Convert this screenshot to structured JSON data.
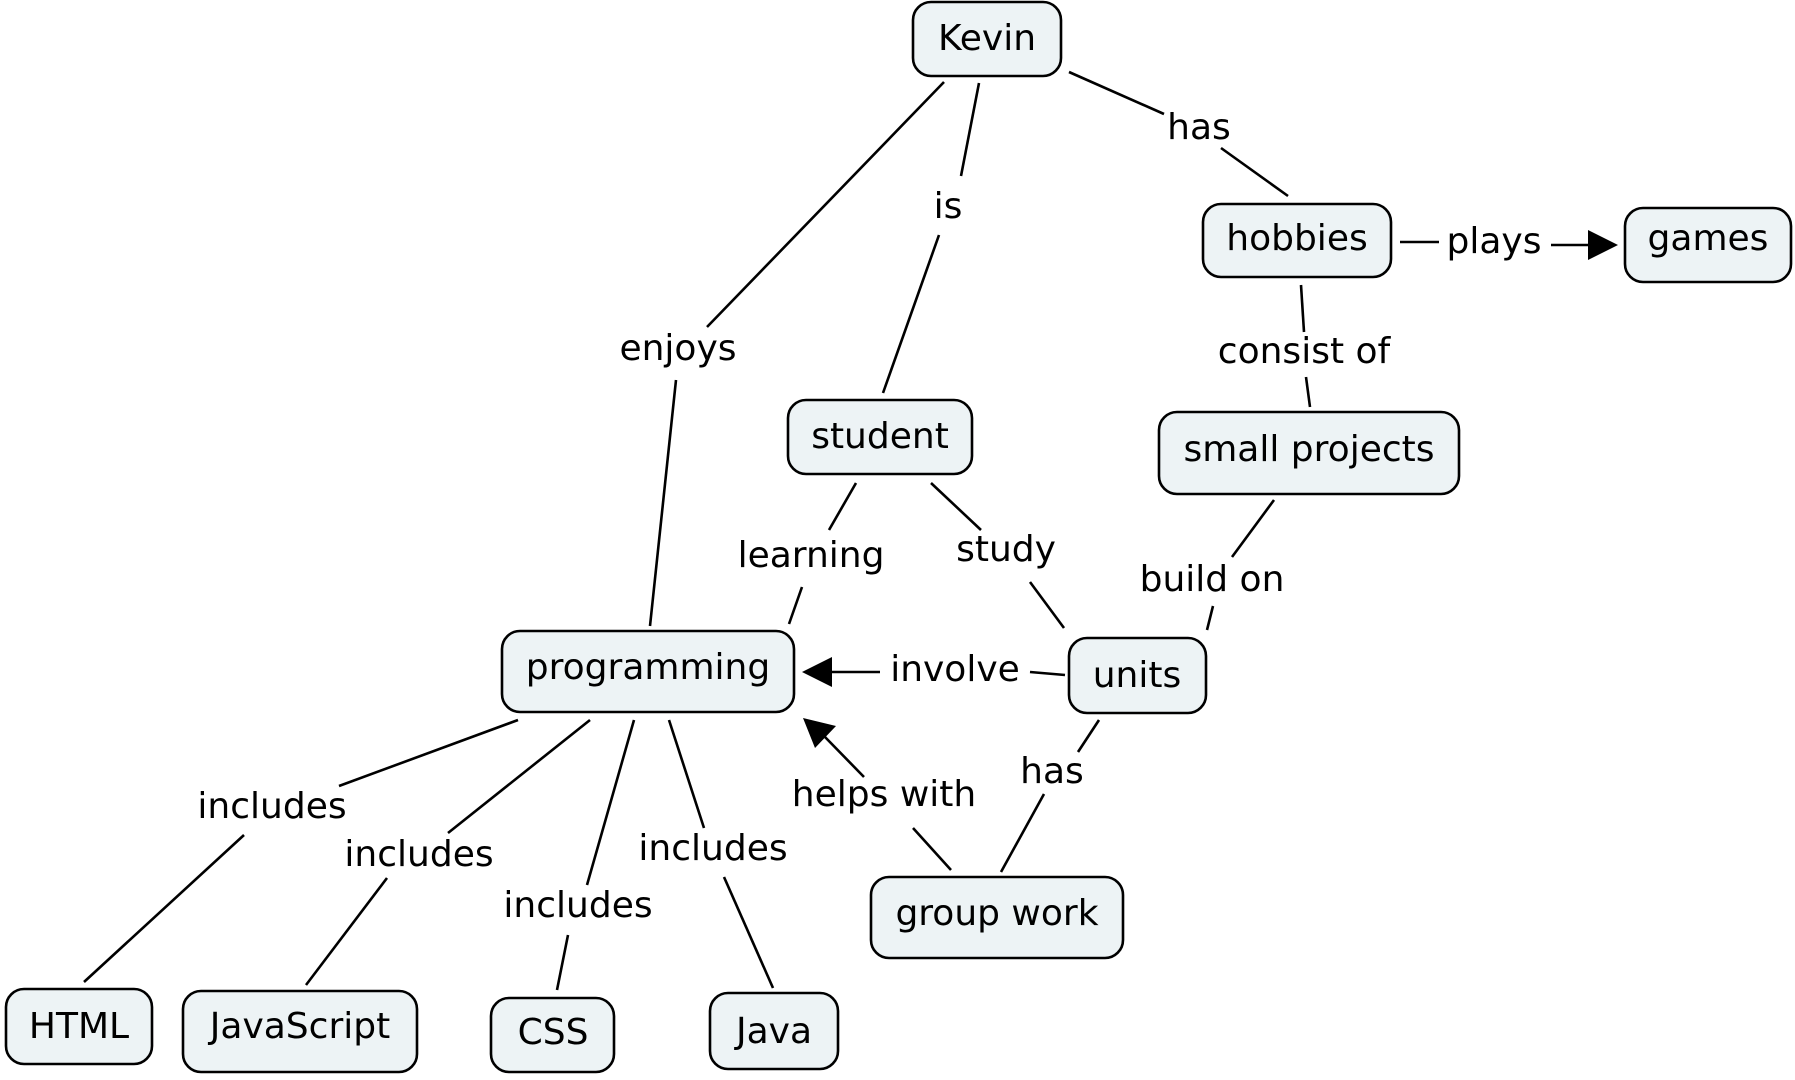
{
  "diagram": {
    "type": "concept-map",
    "colors": {
      "node_fill": "#edf3f5",
      "node_border": "#000000",
      "line": "#000000",
      "background": "#ffffff"
    },
    "nodes": {
      "kevin": "Kevin",
      "hobbies": "hobbies",
      "games": "games",
      "student": "student",
      "small_projects": "small projects",
      "programming": "programming",
      "units": "units",
      "group_work": "group work",
      "html": "HTML",
      "javascript": "JavaScript",
      "css": "CSS",
      "java": "Java"
    },
    "links": {
      "kevin_has": "has",
      "kevin_is": "is",
      "kevin_enjoys": "enjoys",
      "hobbies_plays": "plays",
      "hobbies_consist_of": "consist of",
      "student_learning": "learning",
      "student_study": "study",
      "projects_build_on": "build on",
      "units_involve": "involve",
      "units_has": "has",
      "group_helps_with": "helps with",
      "includes_html": "includes",
      "includes_javascript": "includes",
      "includes_css": "includes",
      "includes_java": "includes"
    },
    "relations": [
      {
        "from": "Kevin",
        "label": "has",
        "to": "hobbies"
      },
      {
        "from": "Kevin",
        "label": "is",
        "to": "student"
      },
      {
        "from": "Kevin",
        "label": "enjoys",
        "to": "programming"
      },
      {
        "from": "hobbies",
        "label": "plays",
        "to": "games"
      },
      {
        "from": "hobbies",
        "label": "consist of",
        "to": "small projects"
      },
      {
        "from": "student",
        "label": "learning",
        "to": "programming"
      },
      {
        "from": "student",
        "label": "study",
        "to": "units"
      },
      {
        "from": "small projects",
        "label": "build on",
        "to": "units"
      },
      {
        "from": "units",
        "label": "involve",
        "to": "programming"
      },
      {
        "from": "units",
        "label": "has",
        "to": "group work"
      },
      {
        "from": "group work",
        "label": "helps with",
        "to": "programming"
      },
      {
        "from": "programming",
        "label": "includes",
        "to": "HTML"
      },
      {
        "from": "programming",
        "label": "includes",
        "to": "JavaScript"
      },
      {
        "from": "programming",
        "label": "includes",
        "to": "CSS"
      },
      {
        "from": "programming",
        "label": "includes",
        "to": "Java"
      }
    ]
  }
}
